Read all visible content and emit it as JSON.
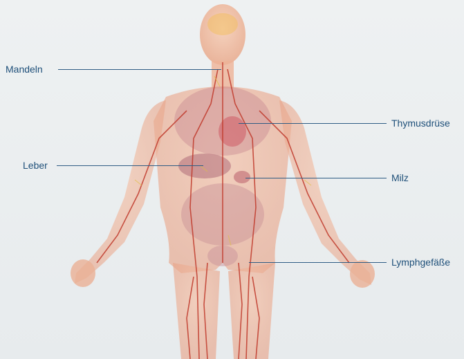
{
  "labels": {
    "tonsils": "Mandeln",
    "thymus": "Thymusdrüse",
    "liver": "Leber",
    "spleen": "Milz",
    "lymph_vessels": "Lymphgefäße"
  },
  "colors": {
    "background": "#e9edef",
    "label_text": "#1e4f79",
    "leader_line": "#2f5c84",
    "skin": "#f0b597",
    "vessels": "#c0392b",
    "organs": "#b07080"
  }
}
